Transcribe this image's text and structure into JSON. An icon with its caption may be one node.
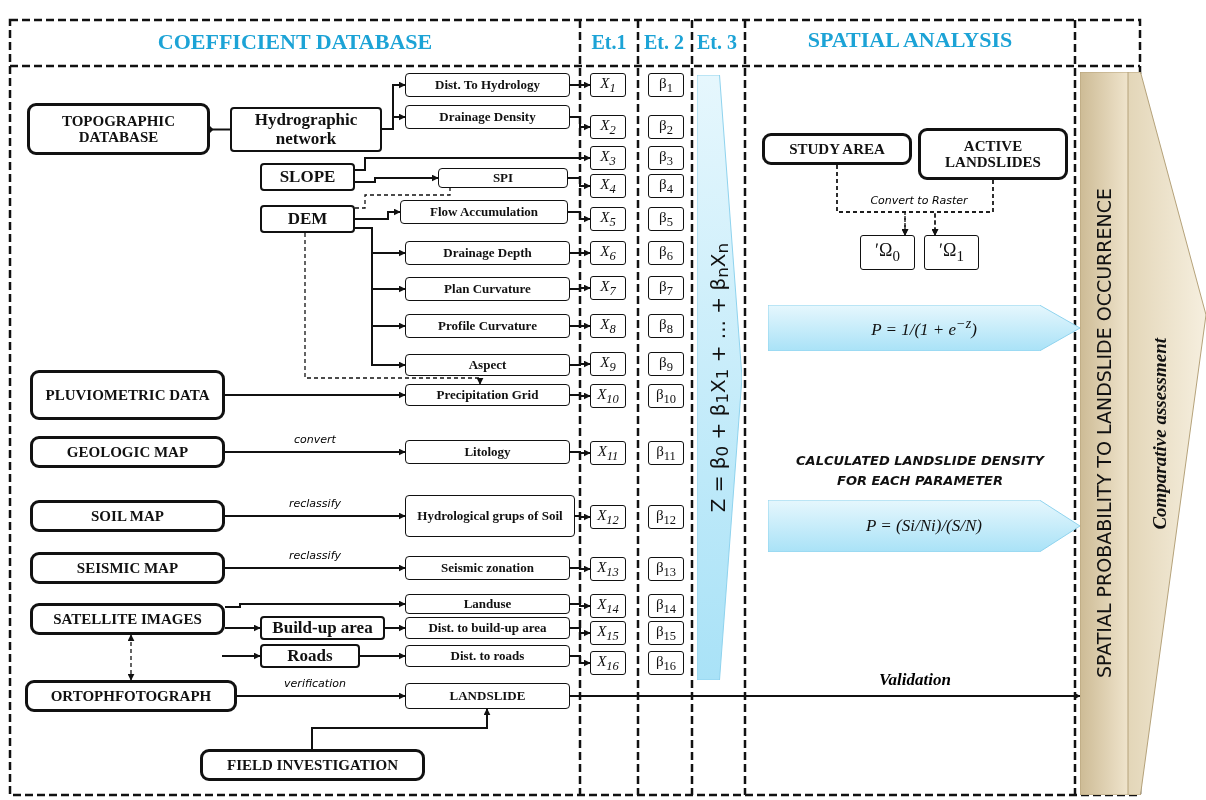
{
  "diagram": {
    "nodes": [
      {
        "text": [
          "TOPOGRAPHIC DATABASE"
        ]
      },
      {
        "text": [
          "Hydrographic network"
        ]
      },
      {
        "text": [
          "Dist. To Hydrology"
        ]
      },
      {
        "text": [
          "Drainage Density"
        ]
      },
      {
        "text": [
          "SLOPE"
        ]
      },
      {
        "text": [
          "SPI"
        ]
      },
      {
        "text": [
          "DEM"
        ]
      },
      {
        "text": [
          "Flow Accumulation"
        ]
      },
      {
        "text": [
          "Drainage Depth"
        ]
      },
      {
        "text": [
          "Plan Curvature"
        ]
      },
      {
        "text": [
          "Profile Curvature"
        ]
      },
      {
        "text": [
          "Aspect"
        ]
      },
      {
        "text": [
          "PLUVIOMETRIC DATA"
        ]
      },
      {
        "text": [
          "Precipitation Grid"
        ]
      },
      {
        "text": [
          "GEOLOGIC MAP"
        ]
      },
      {
        "text": [
          "Litology"
        ]
      },
      {
        "text": [
          "SOIL MAP"
        ]
      },
      {
        "text": [
          "Hydrological grups of Soil"
        ]
      },
      {
        "text": [
          "SEISMIC MAP"
        ]
      },
      {
        "text": [
          "Seismic zonation"
        ]
      },
      {
        "text": [
          "SATELLITE IMAGES"
        ]
      },
      {
        "text": [
          "Landuse"
        ]
      },
      {
        "text": [
          "Build-up area"
        ]
      },
      {
        "text": [
          "Dist. to build-up area"
        ]
      },
      {
        "text": [
          "Roads"
        ]
      },
      {
        "text": [
          "Dist. to roads"
        ]
      },
      {
        "text": [
          "ORTOPHFOTOGRAPH"
        ]
      },
      {
        "text": [
          "LANDSLIDE"
        ]
      },
      {
        "text": [
          "FIELD INVESTIGATION"
        ]
      },
      {
        "text": [
          "X$_{1}$"
        ]
      },
      {
        "text": [
          "X$_{2}$"
        ]
      },
      {
        "text": [
          "X$_{3}$"
        ]
      },
      {
        "text": [
          "X$_{4}$"
        ]
      },
      {
        "text": [
          "X$_{5}$"
        ]
      },
      {
        "text": [
          "X$_{6}$"
        ]
      },
      {
        "text": [
          "X$_{7}$"
        ]
      },
      {
        "text": [
          "X$_{8}$"
        ]
      },
      {
        "text": [
          "X$_{9}$"
        ]
      },
      {
        "text": [
          "X$_{10}$"
        ]
      },
      {
        "text": [
          "X$_{11}$"
        ]
      },
      {
        "text": [
          "X$_{12}$"
        ]
      },
      {
        "text": [
          "X$_{13}$"
        ]
      },
      {
        "text": [
          "X$_{14}$"
        ]
      },
      {
        "text": [
          "X$_{15}$"
        ]
      },
      {
        "text": [
          "X$_{16}$"
        ]
      },
      {
        "text": [
          "β$_{1}$"
        ]
      },
      {
        "text": [
          "β$_{2}$"
        ]
      },
      {
        "text": [
          "β$_{3}$"
        ]
      },
      {
        "text": [
          "β$_{4}$"
        ]
      },
      {
        "text": [
          "β$_{5}$"
        ]
      },
      {
        "text": [
          "β$_{6}$"
        ]
      },
      {
        "text": [
          "β$_{7}$"
        ]
      },
      {
        "text": [
          "β$_{8}$"
        ]
      },
      {
        "text": [
          "β$_{9}$"
        ]
      },
      {
        "text": [
          "β$_{10}$"
        ]
      },
      {
        "text": [
          "β$_{11}$"
        ]
      },
      {
        "text": [
          "β$_{12}$"
        ]
      },
      {
        "text": [
          "β$_{13}$"
        ]
      },
      {
        "text": [
          "β$_{14}$"
        ]
      },
      {
        "text": [
          "β$_{15}$"
        ]
      },
      {
        "text": [
          "β$_{16}$"
        ]
      },
      {
        "text": [
          "Z = β$_{0}$ + β$_{1}$X$_{1}$ + ... + β$_{n}$X$_{n}$"
        ]
      },
      {
        "text": [
          "STUDY AREA"
        ]
      },
      {
        "text": [
          "ACTIVE LANDSLIDES"
        ]
      },
      {
        "text": [
          "ʹΩ$_{0}$"
        ]
      },
      {
        "text": [
          "ʹΩ$_{1}$"
        ]
      },
      {
        "text": [
          "P = 1/(1 + e$^{−z}$)"
        ]
      },
      {
        "text": [
          "P = (Si/Ni)/(S/N)"
        ]
      },
      {
        "text": [
          "SPATIAL PROBABILITY TO LANDSLIDE OCCURRENCE"
        ]
      },
      {
        "text": [
          "Comparative assessment"
        ]
      }
    ],
    "edges": [
      {
        "from": 0,
        "to": 1,
        "arrow": "other"
      },
      {
        "from": 1,
        "to": 2,
        "arrow": "to"
      },
      {
        "from": 1,
        "to": 3,
        "arrow": "to"
      },
      {
        "from": 2,
        "to": 29,
        "arrow": "to"
      },
      {
        "from": 3,
        "to": 30,
        "arrow": "to"
      },
      {
        "from": 4,
        "to": 31,
        "arrow": "to"
      },
      {
        "from": 4,
        "to": 5,
        "arrow": "to"
      },
      {
        "from": 5,
        "to": 32,
        "arrow": "to"
      },
      {
        "from": 6,
        "to": 5,
        "arrow": "none",
        "style": "dashed"
      },
      {
        "from": 6,
        "to": 7,
        "arrow": "to"
      },
      {
        "from": 6,
        "to": 8,
        "arrow": "to"
      },
      {
        "from": 6,
        "to": 9,
        "arrow": "to"
      },
      {
        "from": 6,
        "to": 10,
        "arrow": "to"
      },
      {
        "from": 6,
        "to": 11,
        "arrow": "to"
      },
      {
        "from": 7,
        "to": 33,
        "arrow": "to"
      },
      {
        "from": 8,
        "to": 34,
        "arrow": "to"
      },
      {
        "from": 9,
        "to": 35,
        "arrow": "to"
      },
      {
        "from": 10,
        "to": 36,
        "arrow": "to"
      },
      {
        "from": 11,
        "to": 37,
        "arrow": "to"
      },
      {
        "from": 12,
        "to": 13,
        "arrow": "to"
      },
      {
        "from": 6,
        "to": 13,
        "arrow": "to",
        "style": "dashed"
      },
      {
        "from": 13,
        "to": 38,
        "arrow": "to"
      },
      {
        "from": 14,
        "to": 15,
        "arrow": "to",
        "label": "convert"
      },
      {
        "from": 15,
        "to": 39,
        "arrow": "to"
      },
      {
        "from": 16,
        "to": 17,
        "arrow": "to",
        "label": "reclassify"
      },
      {
        "from": 17,
        "to": 40,
        "arrow": "to"
      },
      {
        "from": 18,
        "to": 19,
        "arrow": "to",
        "label": "reclassify"
      },
      {
        "from": 19,
        "to": 41,
        "arrow": "to"
      },
      {
        "from": 20,
        "to": 21,
        "arrow": "to"
      },
      {
        "from": 20,
        "to": 22,
        "arrow": "to"
      },
      {
        "from": 22,
        "to": 23,
        "arrow": "to"
      },
      {
        "from": 21,
        "to": 42,
        "arrow": "to"
      },
      {
        "from": 23,
        "to": 43,
        "arrow": "to"
      },
      {
        "from": null,
        "to": 24,
        "arrow": "to"
      },
      {
        "from": 24,
        "to": 25,
        "arrow": "to"
      },
      {
        "from": 25,
        "to": 44,
        "arrow": "to"
      },
      {
        "from": 20,
        "to": 26,
        "arrow": "both",
        "style": "dashed"
      },
      {
        "from": 26,
        "to": 27,
        "arrow": "to",
        "label": "verification"
      },
      {
        "from": 28,
        "to": 27,
        "arrow": "to"
      },
      {
        "from": 27,
        "to": 68,
        "arrow": "to",
        "label": "Validation"
      },
      {
        "from": 62,
        "to": 64,
        "arrow": "to",
        "style": "dashed",
        "label": "Convert to Raster"
      },
      {
        "from": 62,
        "to": 65,
        "arrow": "to",
        "style": "dashed"
      },
      {
        "from": 63,
        "to": 64,
        "arrow": "to",
        "style": "dashed"
      },
      {
        "from": 63,
        "to": 65,
        "arrow": "to",
        "style": "dashed"
      }
    ],
    "labels": [
      "COEFFICIENT DATABASE",
      "Et.1",
      "Et. 2",
      "Et. 3",
      "SPATIAL ANALYSIS",
      "CALCULATED LANDSLIDE DENSITY FOR EACH PARAMETER"
    ]
  }
}
